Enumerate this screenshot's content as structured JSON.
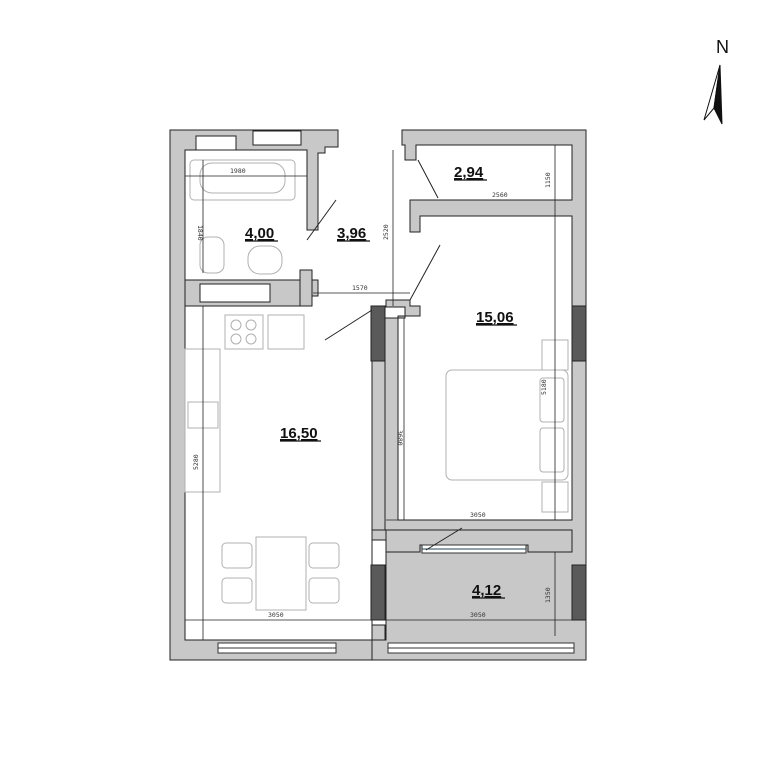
{
  "compass": {
    "label": "N"
  },
  "rooms": [
    {
      "id": "bathroom",
      "area": "4,00"
    },
    {
      "id": "hallway",
      "area": "3,96"
    },
    {
      "id": "storage",
      "area": "2,94"
    },
    {
      "id": "bedroom",
      "area": "15,06"
    },
    {
      "id": "living-kitchen",
      "area": "16,50"
    },
    {
      "id": "balcony",
      "area": "4,12"
    }
  ],
  "dimensions": {
    "bath_width": "1980",
    "bath_depth": "1840",
    "hall_length": "2520",
    "hall_width": "1570",
    "storage_width": "2560",
    "storage_depth": "1150",
    "bedroom_length": "5180",
    "bedroom_inner": "3680",
    "bedroom_width": "3050",
    "kitchen_length": "5280",
    "kitchen_width": "3050",
    "balcony_width": "3050",
    "balcony_depth": "1350"
  },
  "colors": {
    "wall": "#c8c8c8",
    "column": "#5a5a5a",
    "line": "#222222",
    "furniture": "#b0b0b0"
  }
}
